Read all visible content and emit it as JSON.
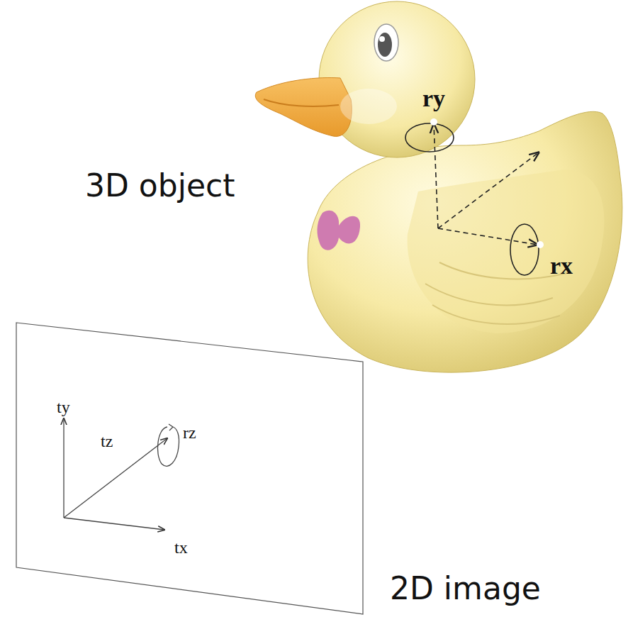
{
  "diagram": {
    "labels": [
      "3D object",
      "ry",
      "rx",
      "ty",
      "tz",
      "rz",
      "tx",
      "2D image"
    ]
  }
}
